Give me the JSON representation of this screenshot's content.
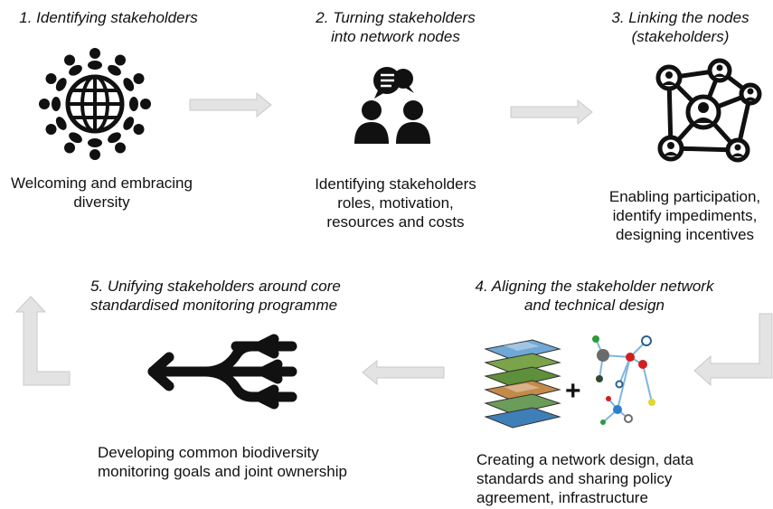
{
  "steps": [
    {
      "title_lines": [
        "1. Identifying stakeholders"
      ],
      "desc_lines": [
        "Welcoming and embracing",
        "diversity"
      ],
      "icon": "diversity-globe-icon"
    },
    {
      "title_lines": [
        "2. Turning stakeholders",
        "into network nodes"
      ],
      "desc_lines": [
        "Identifying stakeholders",
        "roles, motivation,",
        "resources and costs"
      ],
      "icon": "stakeholder-chat-icon"
    },
    {
      "title_lines": [
        "3. Linking the nodes",
        "(stakeholders)"
      ],
      "desc_lines": [
        "Enabling participation,",
        "identify impediments,",
        "designing incentives"
      ],
      "icon": "network-nodes-icon"
    },
    {
      "title_lines": [
        "4. Aligning the stakeholder network",
        "and technical design"
      ],
      "desc_lines": [
        "Creating a network design, data",
        "standards and sharing policy",
        "agreement, infrastructure"
      ],
      "icon": "data-layers-and-molecule-icon",
      "plus": "+"
    },
    {
      "title_lines": [
        "5. Unifying stakeholders around core",
        "standardised monitoring programme"
      ],
      "desc_lines": [
        "Developing common biodiversity",
        "monitoring goals and joint ownership"
      ],
      "icon": "merging-arrows-icon"
    }
  ],
  "colors": {
    "icon": "#111111",
    "arrow_fill": "#e3e3e3",
    "arrow_stroke": "#c9c9c9",
    "node_red": "#d21f1f",
    "node_green": "#2f9a3a",
    "node_yellow": "#e3d72a",
    "node_blue": "#2e7fc9",
    "node_grey": "#6b6b6b",
    "edge_blue": "#7fb6e0"
  }
}
